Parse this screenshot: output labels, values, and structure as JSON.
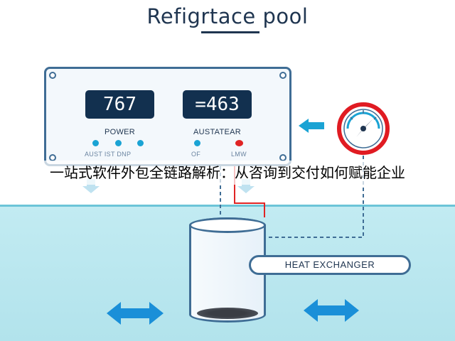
{
  "title": "Refigrtace pool",
  "panel": {
    "display_left_value": "767",
    "display_left_label": "POWER",
    "display_right_value": "=463",
    "display_right_label": "AUSTATEAR",
    "buttons_left_label": "AUST  IST  DNP",
    "buttons_right_label_1": "OF",
    "buttons_right_label_2": "LMW"
  },
  "heat_exchanger_label": "HEAT EXCHANGER",
  "overlay_text": "一站式软件外包全链路解析：从咨询到交付如何赋能企业",
  "colors": {
    "outline": "#3f6d95",
    "display": "#12304f",
    "water": "#c2ebf2",
    "accent_blue": "#1aa3d4",
    "accent_red": "#e02424",
    "gauge_ring": "#e01b22"
  },
  "icons": [
    "pressure-gauge-icon",
    "left-arrow-icon",
    "double-arrow-icon",
    "down-arrow-icon"
  ]
}
